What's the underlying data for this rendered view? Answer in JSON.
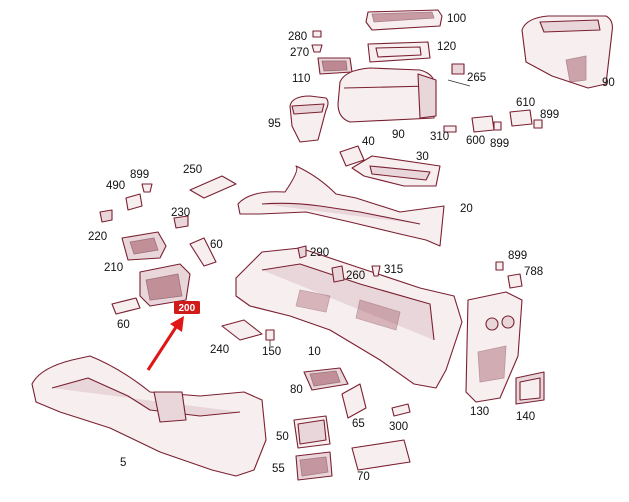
{
  "diagram": {
    "part_numbers": {
      "p100": "100",
      "p280": "280",
      "p270": "270",
      "p120": "120",
      "p110": "110",
      "p265": "265",
      "p90a": "90",
      "p90b": "90",
      "p95": "95",
      "p610": "610",
      "p899a": "899",
      "p310": "310",
      "p600": "600",
      "p899b": "899",
      "p40": "40",
      "p30": "30",
      "p899c": "899",
      "p490": "490",
      "p250": "250",
      "p20": "20",
      "p230": "230",
      "p220": "220",
      "p60a": "60",
      "p210": "210",
      "p290": "290",
      "p260": "260",
      "p315": "315",
      "p899d": "899",
      "p788": "788",
      "p60b": "60",
      "p240": "240",
      "p150": "150",
      "p10": "10",
      "p80": "80",
      "p65": "65",
      "p300": "300",
      "p50": "50",
      "p130": "130",
      "p140": "140",
      "p5": "5",
      "p55": "55",
      "p70": "70"
    },
    "highlight": {
      "label": "200",
      "color": "#d11a1a"
    },
    "colors": {
      "outline": "#7a2030",
      "fill": "#f7eef0",
      "arrow": "#e01515"
    }
  }
}
